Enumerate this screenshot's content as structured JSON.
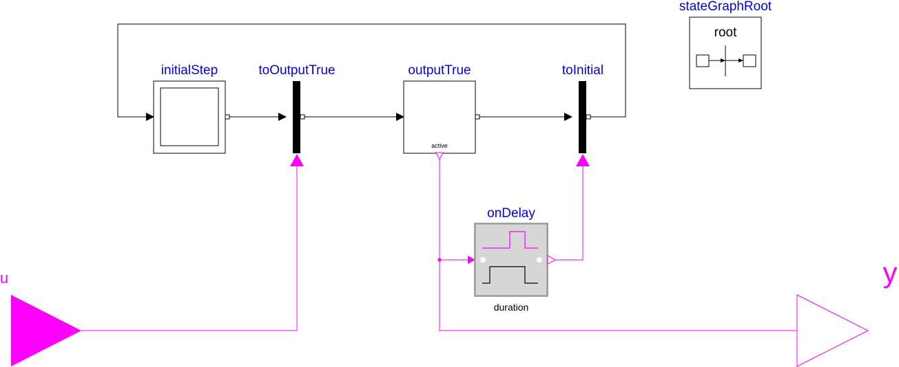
{
  "colors": {
    "component_name": "#0000ee",
    "boolean_signal": "#ff00ff",
    "statement": "#000000",
    "block_fill": "#d4d4d4"
  },
  "components": {
    "initial_step": {
      "name": "initialStep"
    },
    "to_output_true": {
      "name": "toOutputTrue"
    },
    "output_true": {
      "name": "outputTrue",
      "port_label": "active"
    },
    "to_initial": {
      "name": "toInitial"
    },
    "state_graph_root": {
      "name": "stateGraphRoot",
      "title": "root"
    },
    "on_delay": {
      "name": "onDelay",
      "parameter": "duration"
    },
    "input_u": {
      "name": "u"
    },
    "output_y": {
      "name": "y"
    }
  }
}
